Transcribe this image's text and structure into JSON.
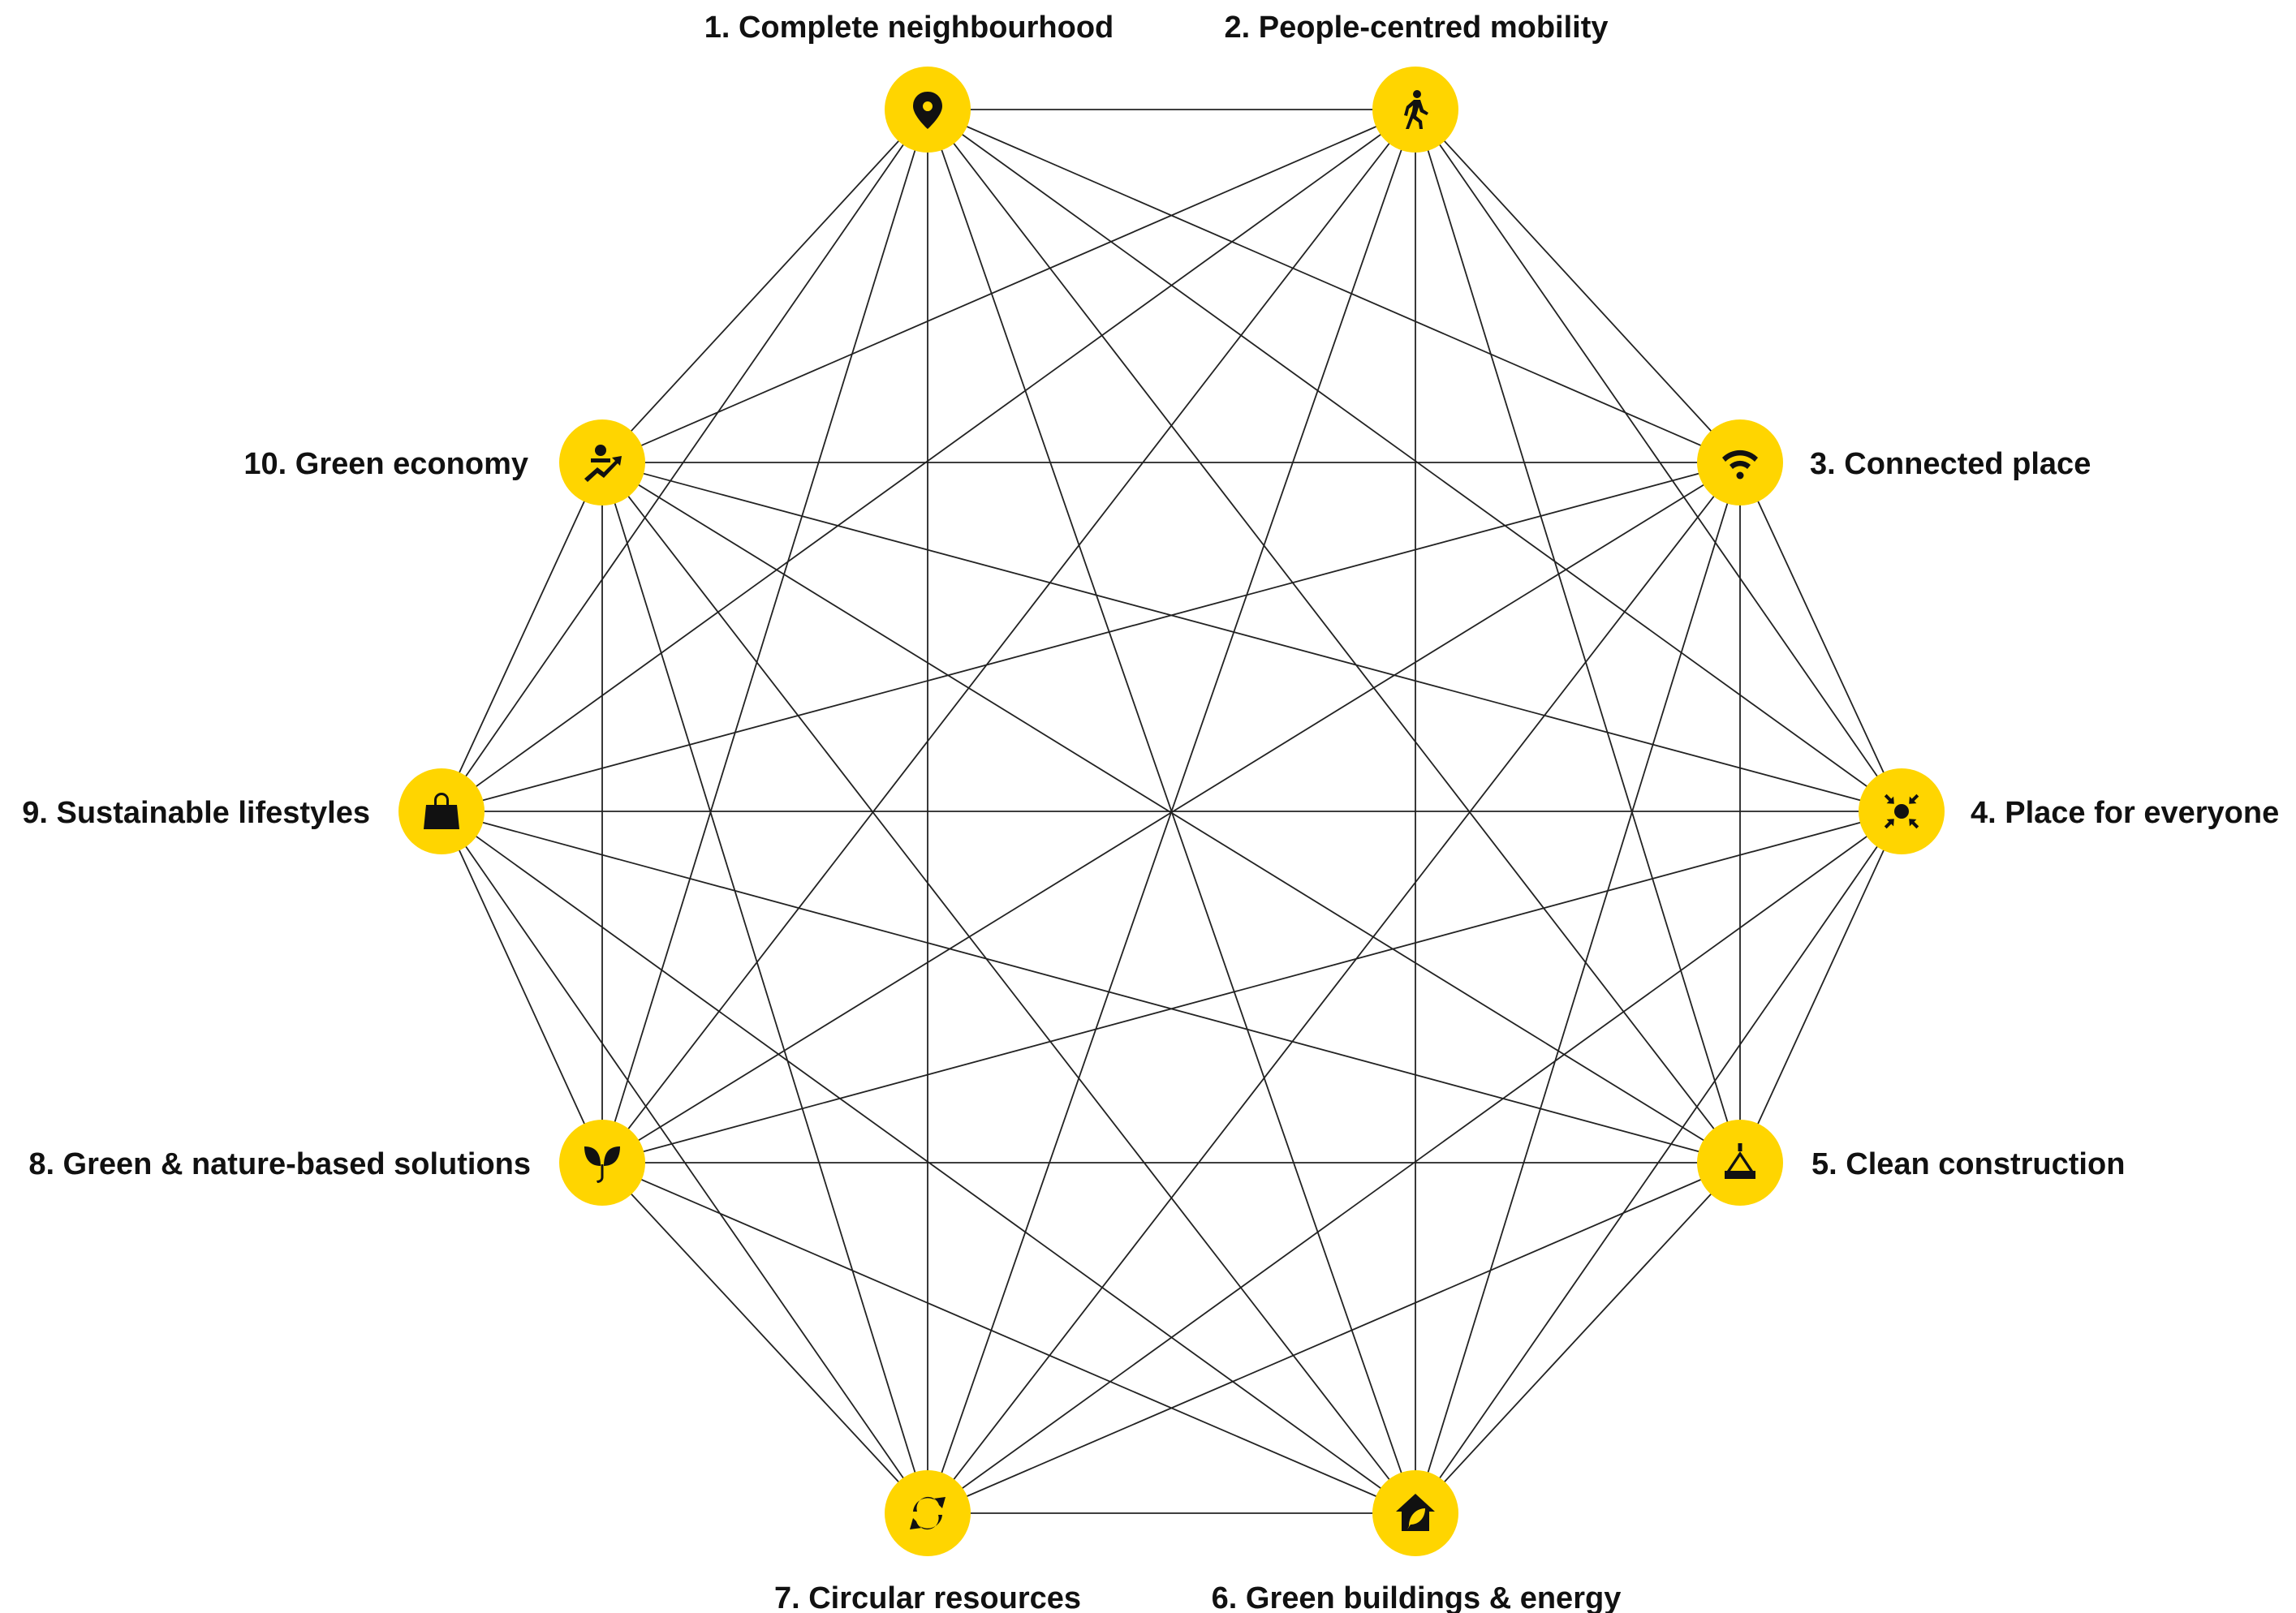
{
  "nodes": [
    {
      "id": 1,
      "label": "1. Complete neighbourhood",
      "icon": "map-pin-icon"
    },
    {
      "id": 2,
      "label": "2. People-centred mobility",
      "icon": "walking-person-icon"
    },
    {
      "id": 3,
      "label": "3. Connected place",
      "icon": "wifi-icon"
    },
    {
      "id": 4,
      "label": "4. Place for everyone",
      "icon": "converging-arrows-icon"
    },
    {
      "id": 5,
      "label": "5. Clean construction",
      "icon": "crane-hook-icon"
    },
    {
      "id": 6,
      "label": "6. Green buildings & energy",
      "icon": "green-house-icon"
    },
    {
      "id": 7,
      "label": "7. Circular resources",
      "icon": "recycle-arrows-icon"
    },
    {
      "id": 8,
      "label": "8. Green & nature-based solutions",
      "icon": "sprout-icon"
    },
    {
      "id": 9,
      "label": "9. Sustainable lifestyles",
      "icon": "shopping-bag-icon"
    },
    {
      "id": 10,
      "label": "10. Green economy",
      "icon": "growth-person-icon"
    }
  ],
  "connectivity": "all-pairs",
  "colors": {
    "node": "#FFD500",
    "line": "#222222",
    "text": "#111111"
  }
}
